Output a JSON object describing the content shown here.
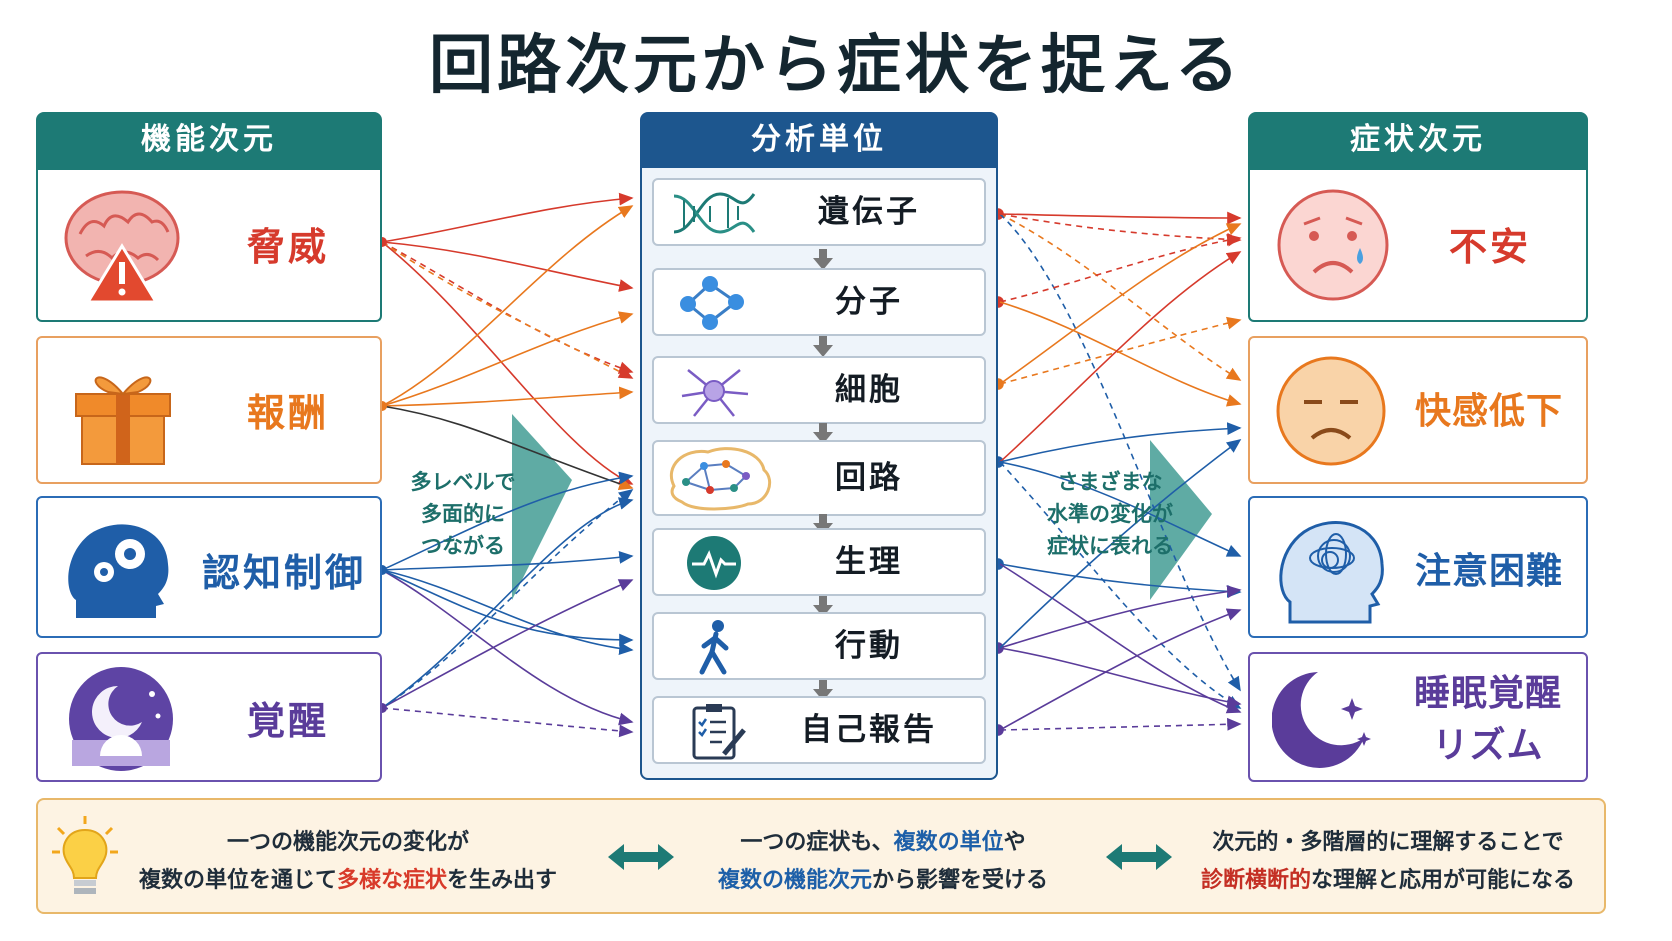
{
  "title": "回路次元から症状を捉える",
  "headers": {
    "functional": "機能次元",
    "units": "分析単位",
    "symptoms": "症状次元"
  },
  "functional": [
    {
      "label": "脅威",
      "color": "#d63a2c",
      "icon": "brain-warning-icon"
    },
    {
      "label": "報酬",
      "color": "#e8781e",
      "icon": "gift-icon"
    },
    {
      "label": "認知制御",
      "color": "#1f5ea8",
      "icon": "head-gears-icon"
    },
    {
      "label": "覚醒",
      "color": "#5a3c9a",
      "icon": "moon-night-icon"
    }
  ],
  "units": [
    {
      "label": "遺伝子",
      "icon": "dna-icon"
    },
    {
      "label": "分子",
      "icon": "molecule-icon"
    },
    {
      "label": "細胞",
      "icon": "neuron-icon"
    },
    {
      "label": "回路",
      "icon": "brain-network-icon"
    },
    {
      "label": "生理",
      "icon": "heartbeat-icon"
    },
    {
      "label": "行動",
      "icon": "walking-person-icon"
    },
    {
      "label": "自己報告",
      "icon": "clipboard-icon"
    }
  ],
  "symptoms": [
    {
      "label": "不安",
      "color": "#d63a2c",
      "icon": "anxious-face-icon"
    },
    {
      "label": "快感低下",
      "color": "#e8781e",
      "icon": "sad-face-icon"
    },
    {
      "label": "注意困難",
      "color": "#1f5ea8",
      "icon": "tangled-head-icon"
    },
    {
      "label": "睡眠覚醒",
      "label2": "リズム",
      "color": "#5a3c9a",
      "icon": "crescent-moon-icon"
    }
  ],
  "notes": {
    "left": [
      "多レベルで",
      "多面的に",
      "つながる"
    ],
    "right": [
      "さまざまな",
      "水準の変化が",
      "症状に表れる"
    ]
  },
  "footer": {
    "f1_line1": "一つの機能次元の変化が",
    "f1_line2a": "複数の単位を通じて",
    "f1_line2b": "多様な症状",
    "f1_line2c": "を生み出す",
    "f2_line1a": "一つの症状も、",
    "f2_line1b": "複数の単位",
    "f2_line1c": "や",
    "f2_line2a": "複数の機能次元",
    "f2_line2b": "から影響を受ける",
    "f3_line1": "次元的・多階層的に理解することで",
    "f3_line2a": "診断横断的",
    "f3_line2b": "な理解と応用が可能になる"
  },
  "colors": {
    "threat": "#d63a2c",
    "reward": "#e8781e",
    "cognitive": "#1f5ea8",
    "arousal": "#5a3c9a",
    "teal": "#1d7a75",
    "navy": "#1d568e"
  }
}
